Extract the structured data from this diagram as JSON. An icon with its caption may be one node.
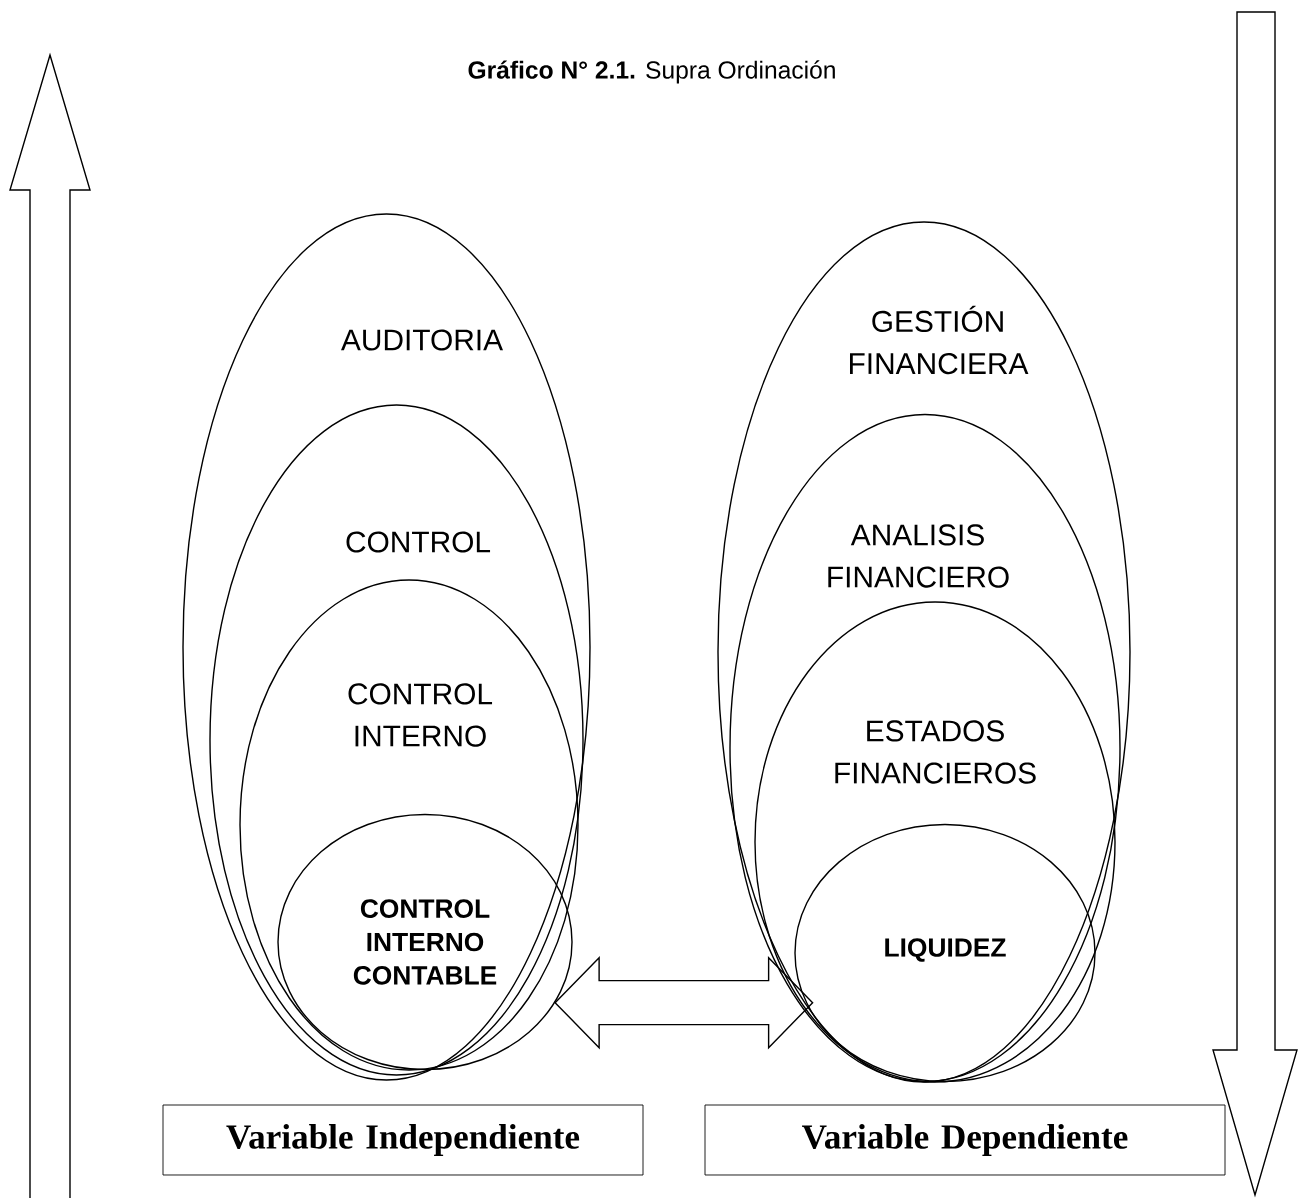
{
  "diagram": {
    "title": "**Gráfico N° 2.1.** Supra Ordinación",
    "nodes": [
      {
        "text": [
          "AUDITORIA"
        ]
      },
      {
        "text": [
          "CONTROL"
        ],
        "in": 0
      },
      {
        "text": [
          "CONTROL INTERNO"
        ],
        "in": 1
      },
      {
        "text": [
          "CONTROL INTERNO CONTABLE"
        ],
        "in": 2
      },
      {
        "text": [
          "GESTIÓN FINANCIERA"
        ]
      },
      {
        "text": [
          "ANALISIS FINANCIERO"
        ],
        "in": 4
      },
      {
        "text": [
          "ESTADOS FINANCIEROS"
        ],
        "in": 5
      },
      {
        "text": [
          "LIQUIDEZ"
        ],
        "in": 6
      },
      {
        "text": [
          "Variable Independiente"
        ]
      },
      {
        "text": [
          "Variable Dependiente"
        ]
      }
    ],
    "edges": [
      {
        "from": 3,
        "to": 7,
        "arrow": "both"
      }
    ]
  }
}
